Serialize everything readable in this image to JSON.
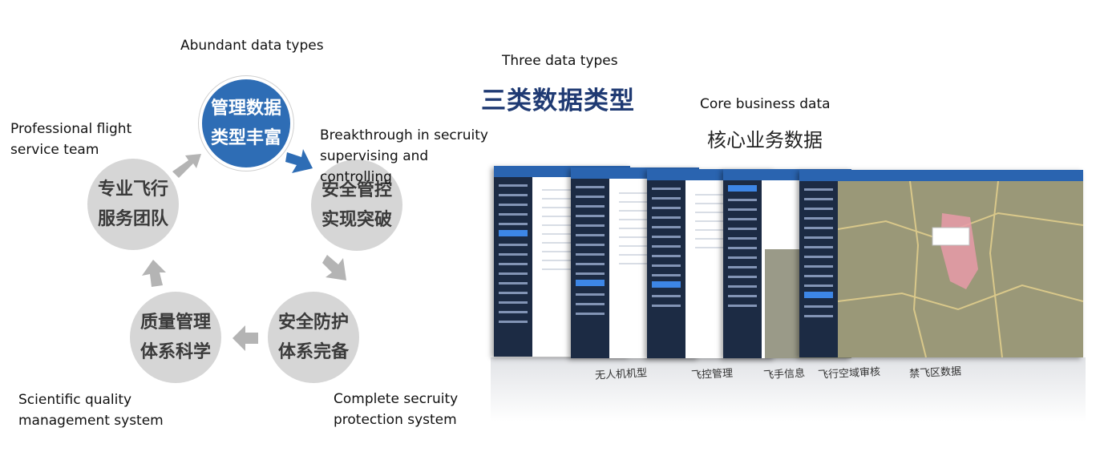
{
  "cycle": {
    "top": {
      "cn": "管理数据类型丰富",
      "en": "Abundant data types"
    },
    "right_upper": {
      "cn": "安全管控实现突破",
      "en": "Breakthrough in secruity supervising and controlling"
    },
    "right_lower": {
      "cn": "安全防护体系完备",
      "en": "Complete secruity protection system"
    },
    "left_lower": {
      "cn": "质量管理体系科学",
      "en": "Scientific quality management system"
    },
    "left_upper": {
      "cn": "专业飞行服务团队",
      "en": "Professional flight service team"
    }
  },
  "three_types": {
    "en": "Three data types",
    "cn": "三类数据类型"
  },
  "core": {
    "en": "Core business data",
    "cn": "核心业务数据"
  },
  "screens": {
    "captions": [
      "无人机机型",
      "飞控管理",
      "飞手信息",
      "飞行空域审核",
      "禁飞区数据"
    ]
  },
  "colors": {
    "accent_blue": "#2e6db5",
    "grey_circle": "#d6d6d6",
    "title_navy": "#1f3a73",
    "arrow_grey": "#b4b4b4"
  }
}
